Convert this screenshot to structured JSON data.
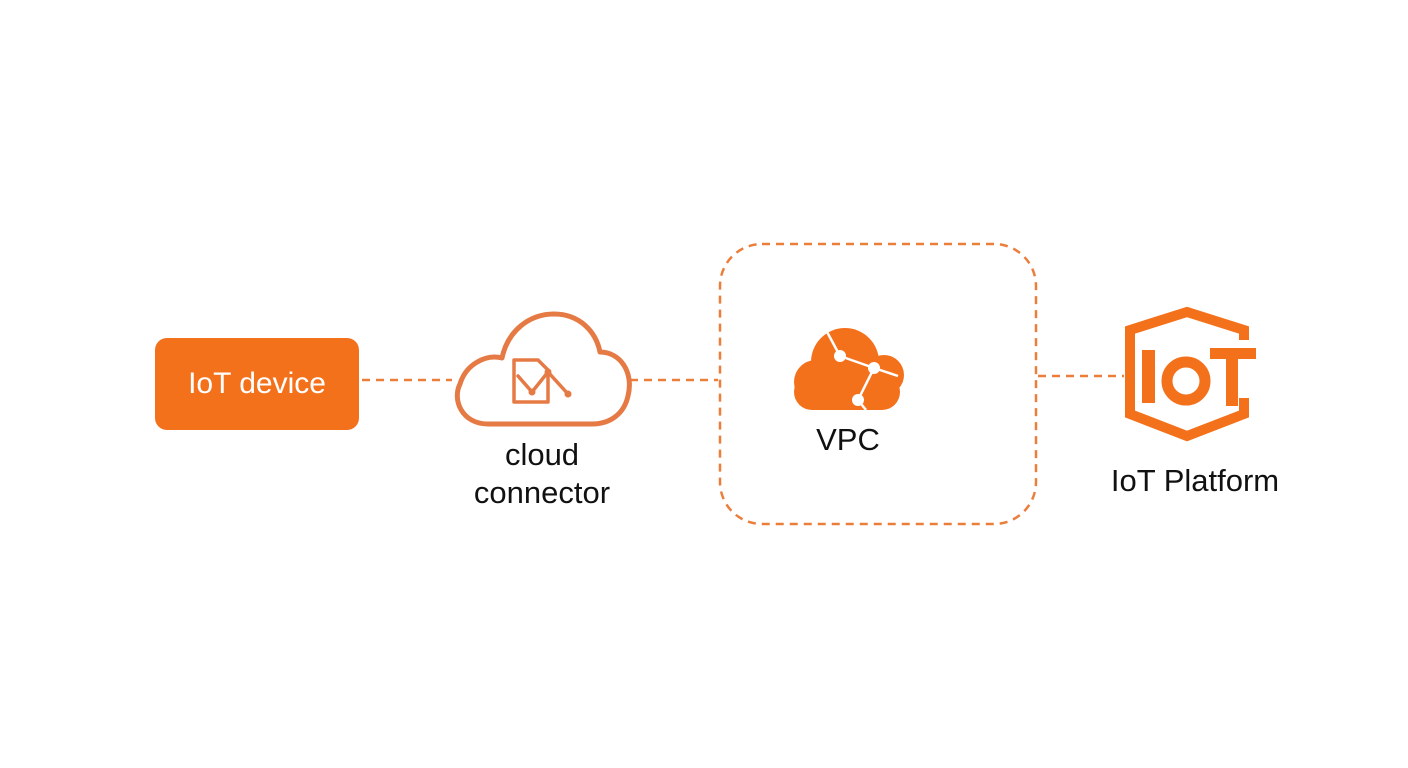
{
  "nodes": {
    "iot_device": {
      "label": "IoT device"
    },
    "cloud_connector": {
      "label_line1": "cloud",
      "label_line2": "connector",
      "icon": "cloud-connector-icon"
    },
    "vpc": {
      "label": "VPC",
      "icon": "vpc-cloud-icon"
    },
    "iot_platform": {
      "label": "IoT Platform",
      "icon": "iot-platform-logo"
    }
  },
  "colors": {
    "accent": "#f4711c",
    "connector_stroke": "#e57a45",
    "text": "#111111",
    "background": "#ffffff"
  }
}
